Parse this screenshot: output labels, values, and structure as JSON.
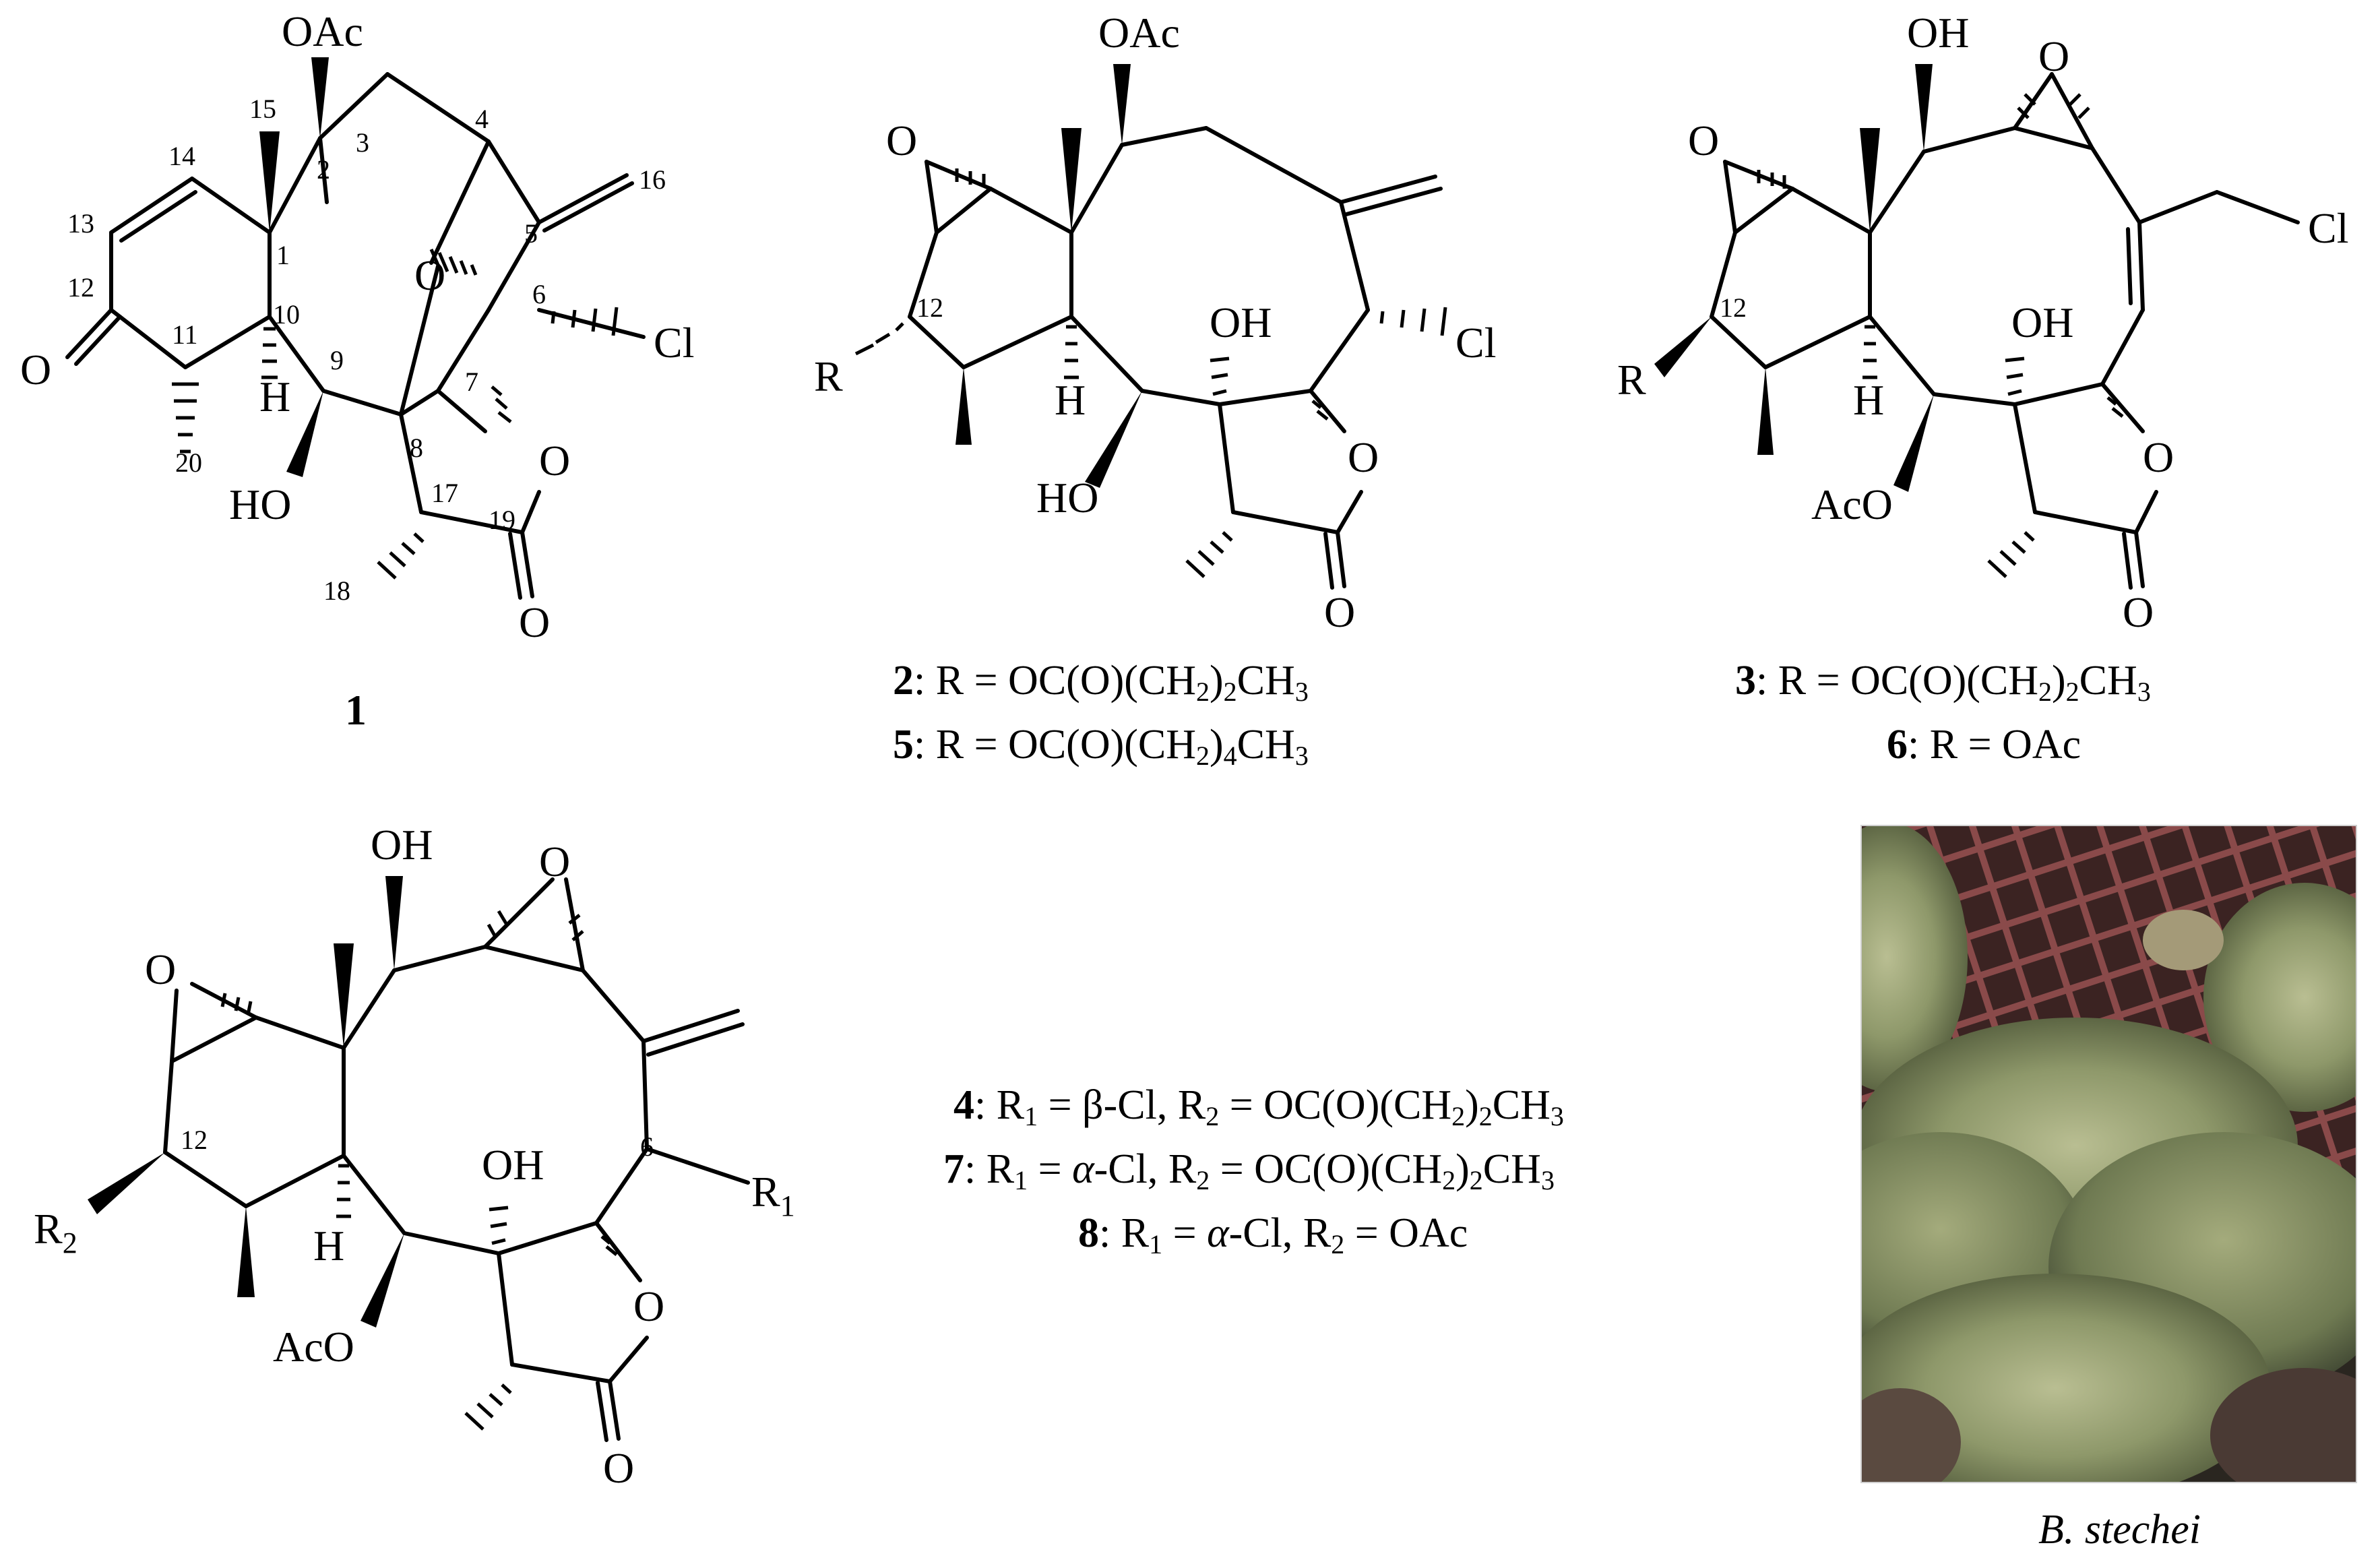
{
  "compounds": [
    {
      "number": "1",
      "atoms": {
        "oac": "OAc",
        "ho": "HO",
        "cl": "Cl",
        "h": "H",
        "o_ring": "O",
        "o_ketone": "O",
        "o_lactone": "O",
        "o_carbonyl": "O"
      },
      "locants": [
        "1",
        "2",
        "3",
        "4",
        "5",
        "6",
        "7",
        "8",
        "9",
        "10",
        "11",
        "12",
        "13",
        "14",
        "15",
        "16",
        "17",
        "18",
        "19",
        "20"
      ]
    },
    {
      "number": "2",
      "atoms": {
        "oac": "OAc",
        "o_epoxide": "O",
        "r": "R",
        "h": "H",
        "oh": "OH",
        "cl": "Cl",
        "ho": "HO",
        "o_lactone": "O",
        "o_carbonyl": "O"
      },
      "locants": [
        "12"
      ]
    },
    {
      "number": "3",
      "atoms": {
        "oh_top": "OH",
        "o_epoxide_left": "O",
        "o_epoxide_right": "O",
        "cl": "Cl",
        "r": "R",
        "h": "H",
        "oh": "OH",
        "aco": "AcO",
        "o_lactone": "O",
        "o_carbonyl": "O"
      },
      "locants": [
        "12"
      ]
    },
    {
      "number": "4",
      "atoms": {
        "oh_top": "OH",
        "o_epoxide_left": "O",
        "o_epoxide_right": "O",
        "r2": "R",
        "r2_sub": "2",
        "h": "H",
        "oh": "OH",
        "r1": "R",
        "r1_sub": "1",
        "aco": "AcO",
        "o_lactone": "O",
        "o_carbonyl": "O"
      },
      "locants": [
        "12",
        "6"
      ]
    }
  ],
  "captions": {
    "c2": {
      "num": "2",
      "text": ": R = OC(O)(CH",
      "sub1": "2",
      "mid": ")",
      "sub2": "2",
      "end": "CH",
      "sub3": "3"
    },
    "c5": {
      "num": "5",
      "text": ": R = OC(O)(CH",
      "sub1": "2",
      "mid": ")",
      "sub2": "4",
      "end": "CH",
      "sub3": "3"
    },
    "c3": {
      "num": "3",
      "text": ": R = OC(O)(CH",
      "sub1": "2",
      "mid": ")",
      "sub2": "2",
      "end": "CH",
      "sub3": "3"
    },
    "c6": {
      "num": "6",
      "text": ": R = OAc"
    },
    "c4": {
      "num": "4",
      "p1": ": R",
      "s1": "1",
      "p2": " = β-Cl, R",
      "s2": "2",
      "p3": " = OC(O)(CH",
      "s3": "2",
      "p4": ")",
      "s4": "2",
      "p5": "CH",
      "s5": "3"
    },
    "c7": {
      "num": "7",
      "p1": ": R",
      "s1": "1",
      "p2": " = ",
      "alpha": "α",
      "p2b": "-Cl, R",
      "s2": "2",
      "p3": " = OC(O)(CH",
      "s3": "2",
      "p4": ")",
      "s4": "2",
      "p5": "CH",
      "s5": "3"
    },
    "c8": {
      "num": "8",
      "p1": ": R",
      "s1": "1",
      "p2": " = ",
      "alpha": "α",
      "p2b": "-Cl, R",
      "s2": "2",
      "p3": " = OAc"
    }
  },
  "photo": {
    "caption": "B. stechei",
    "colors": {
      "coral": "#7f8a5a",
      "coral_light": "#b4b98a",
      "grid": "#6e3030",
      "dark": "#2a2620"
    }
  }
}
